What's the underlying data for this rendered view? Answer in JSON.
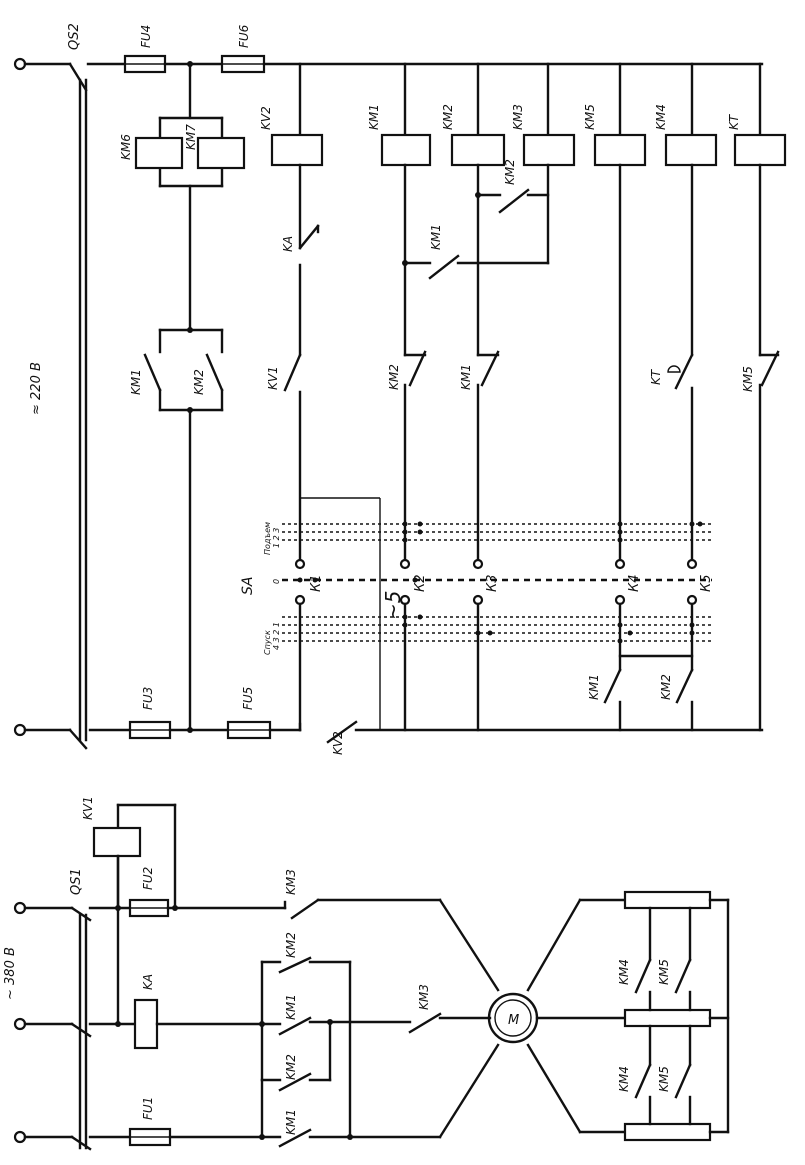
{
  "control_circuit": {
    "supply_voltage": "≈ 220 В",
    "switch_label": "QS2",
    "fuses": {
      "fu3": "FU3",
      "fu4": "FU4",
      "fu5": "FU5",
      "fu6": "FU6"
    },
    "coils": {
      "km6": "KM6",
      "km7": "KM7",
      "kv2": "KV2",
      "km1": "KM1",
      "km2": "KM2",
      "km3": "KM3",
      "km5": "KM5",
      "km4": "KM4",
      "kt": "KT"
    },
    "contacts": {
      "km1_a": "KM1",
      "km2_a": "KM2",
      "ka": "KA",
      "kv1": "KV1",
      "km2_il": "KM2",
      "km1_il": "KM1",
      "km1_b": "KM1",
      "km2_b": "KM2",
      "kt": "KT",
      "km5": "KM5",
      "kv2": "KV2",
      "km1_c": "KM1",
      "km2_c": "KM2"
    },
    "controller": {
      "label": "SA",
      "up_label": "Подъем",
      "down_label": "Спуск",
      "zero": "0",
      "up_positions": "1 2 3",
      "down_positions": "4 3 2 1",
      "contacts": [
        "К1",
        "К2",
        "К3",
        "К4",
        "К5"
      ]
    }
  },
  "power_circuit": {
    "supply_voltage": "~ 380 В",
    "switch_label": "QS1",
    "fuses": {
      "fu1": "FU1",
      "fu2": "FU2"
    },
    "relays": {
      "kv1": "KV1",
      "ka": "KA"
    },
    "contacts": {
      "km3_top": "KM3",
      "km2_top": "KM2",
      "km1_top": "KM1",
      "km3_mid": "KM3",
      "km2_bot": "KM2",
      "km1_bot": "KM1",
      "km4_a": "KM4",
      "km5_a": "KM5",
      "km4_b": "KM4",
      "km5_b": "KM5"
    },
    "motor_label": "M"
  },
  "annotations": {
    "sheet_mark": "~5"
  }
}
